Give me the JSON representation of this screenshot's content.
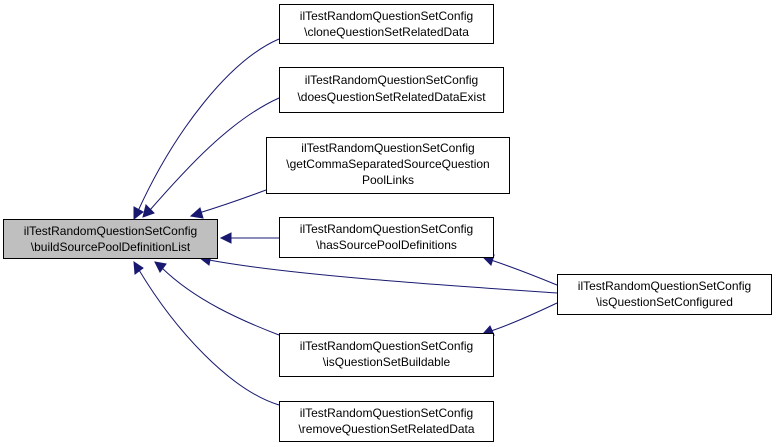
{
  "colors": {
    "edge": "#191970",
    "root_fill": "#bfbfbf",
    "node_fill": "#ffffff",
    "node_border": "#000000"
  },
  "nodes": {
    "root": {
      "line1": "ilTestRandomQuestionSetConfig",
      "line2": "\\buildSourcePoolDefinitionList"
    },
    "clone": {
      "line1": "ilTestRandomQuestionSetConfig",
      "line2": "\\cloneQuestionSetRelatedData"
    },
    "exists": {
      "line1": "ilTestRandomQuestionSetConfig",
      "line2": "\\doesQuestionSetRelatedDataExist"
    },
    "links": {
      "line1": "ilTestRandomQuestionSetConfig",
      "line2": "\\getCommaSeparatedSourceQuestion",
      "line3": "PoolLinks"
    },
    "hasdefs": {
      "line1": "ilTestRandomQuestionSetConfig",
      "line2": "\\hasSourcePoolDefinitions"
    },
    "configured": {
      "line1": "ilTestRandomQuestionSetConfig",
      "line2": "\\isQuestionSetConfigured"
    },
    "buildable": {
      "line1": "ilTestRandomQuestionSetConfig",
      "line2": "\\isQuestionSetBuildable"
    },
    "remove": {
      "line1": "ilTestRandomQuestionSetConfig",
      "line2": "\\removeQuestionSetRelatedData"
    }
  }
}
